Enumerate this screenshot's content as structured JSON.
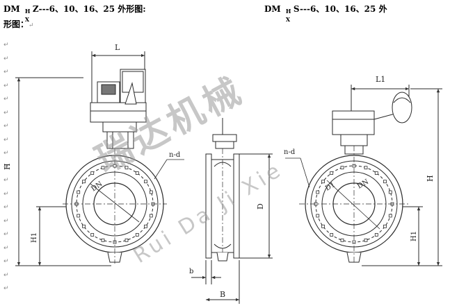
{
  "header": {
    "left": {
      "prefix": "DM",
      "sup": "H",
      "sub": "X",
      "suffix": "Z---6、10、16、25 外形图:",
      "continuation": "形图："
    },
    "right": {
      "prefix": "DM",
      "sup": "H",
      "sub": "X",
      "suffix": "S---6、10、16、25 外"
    }
  },
  "paragraph_mark": "↵",
  "drawing": {
    "electric_view": {
      "dim_L": "L",
      "dim_H": "H",
      "dim_H1": "H1",
      "label_nd": "n-d",
      "label_DN": "DN"
    },
    "side_view": {
      "dim_D": "D",
      "dim_b": "b",
      "dim_B": "B"
    },
    "gear_view": {
      "dim_L1": "L1",
      "dim_H": "H",
      "dim_H1": "H1",
      "label_nd": "n-d",
      "label_D1": "D1",
      "label_DN": "DN"
    }
  },
  "watermark": {
    "chinese": "瑞达机械",
    "pinyin": "Rui Da Ji Xie"
  },
  "colors": {
    "line": "#2a2a2a",
    "watermark": "#9a9a9a",
    "dim": "#555555"
  }
}
